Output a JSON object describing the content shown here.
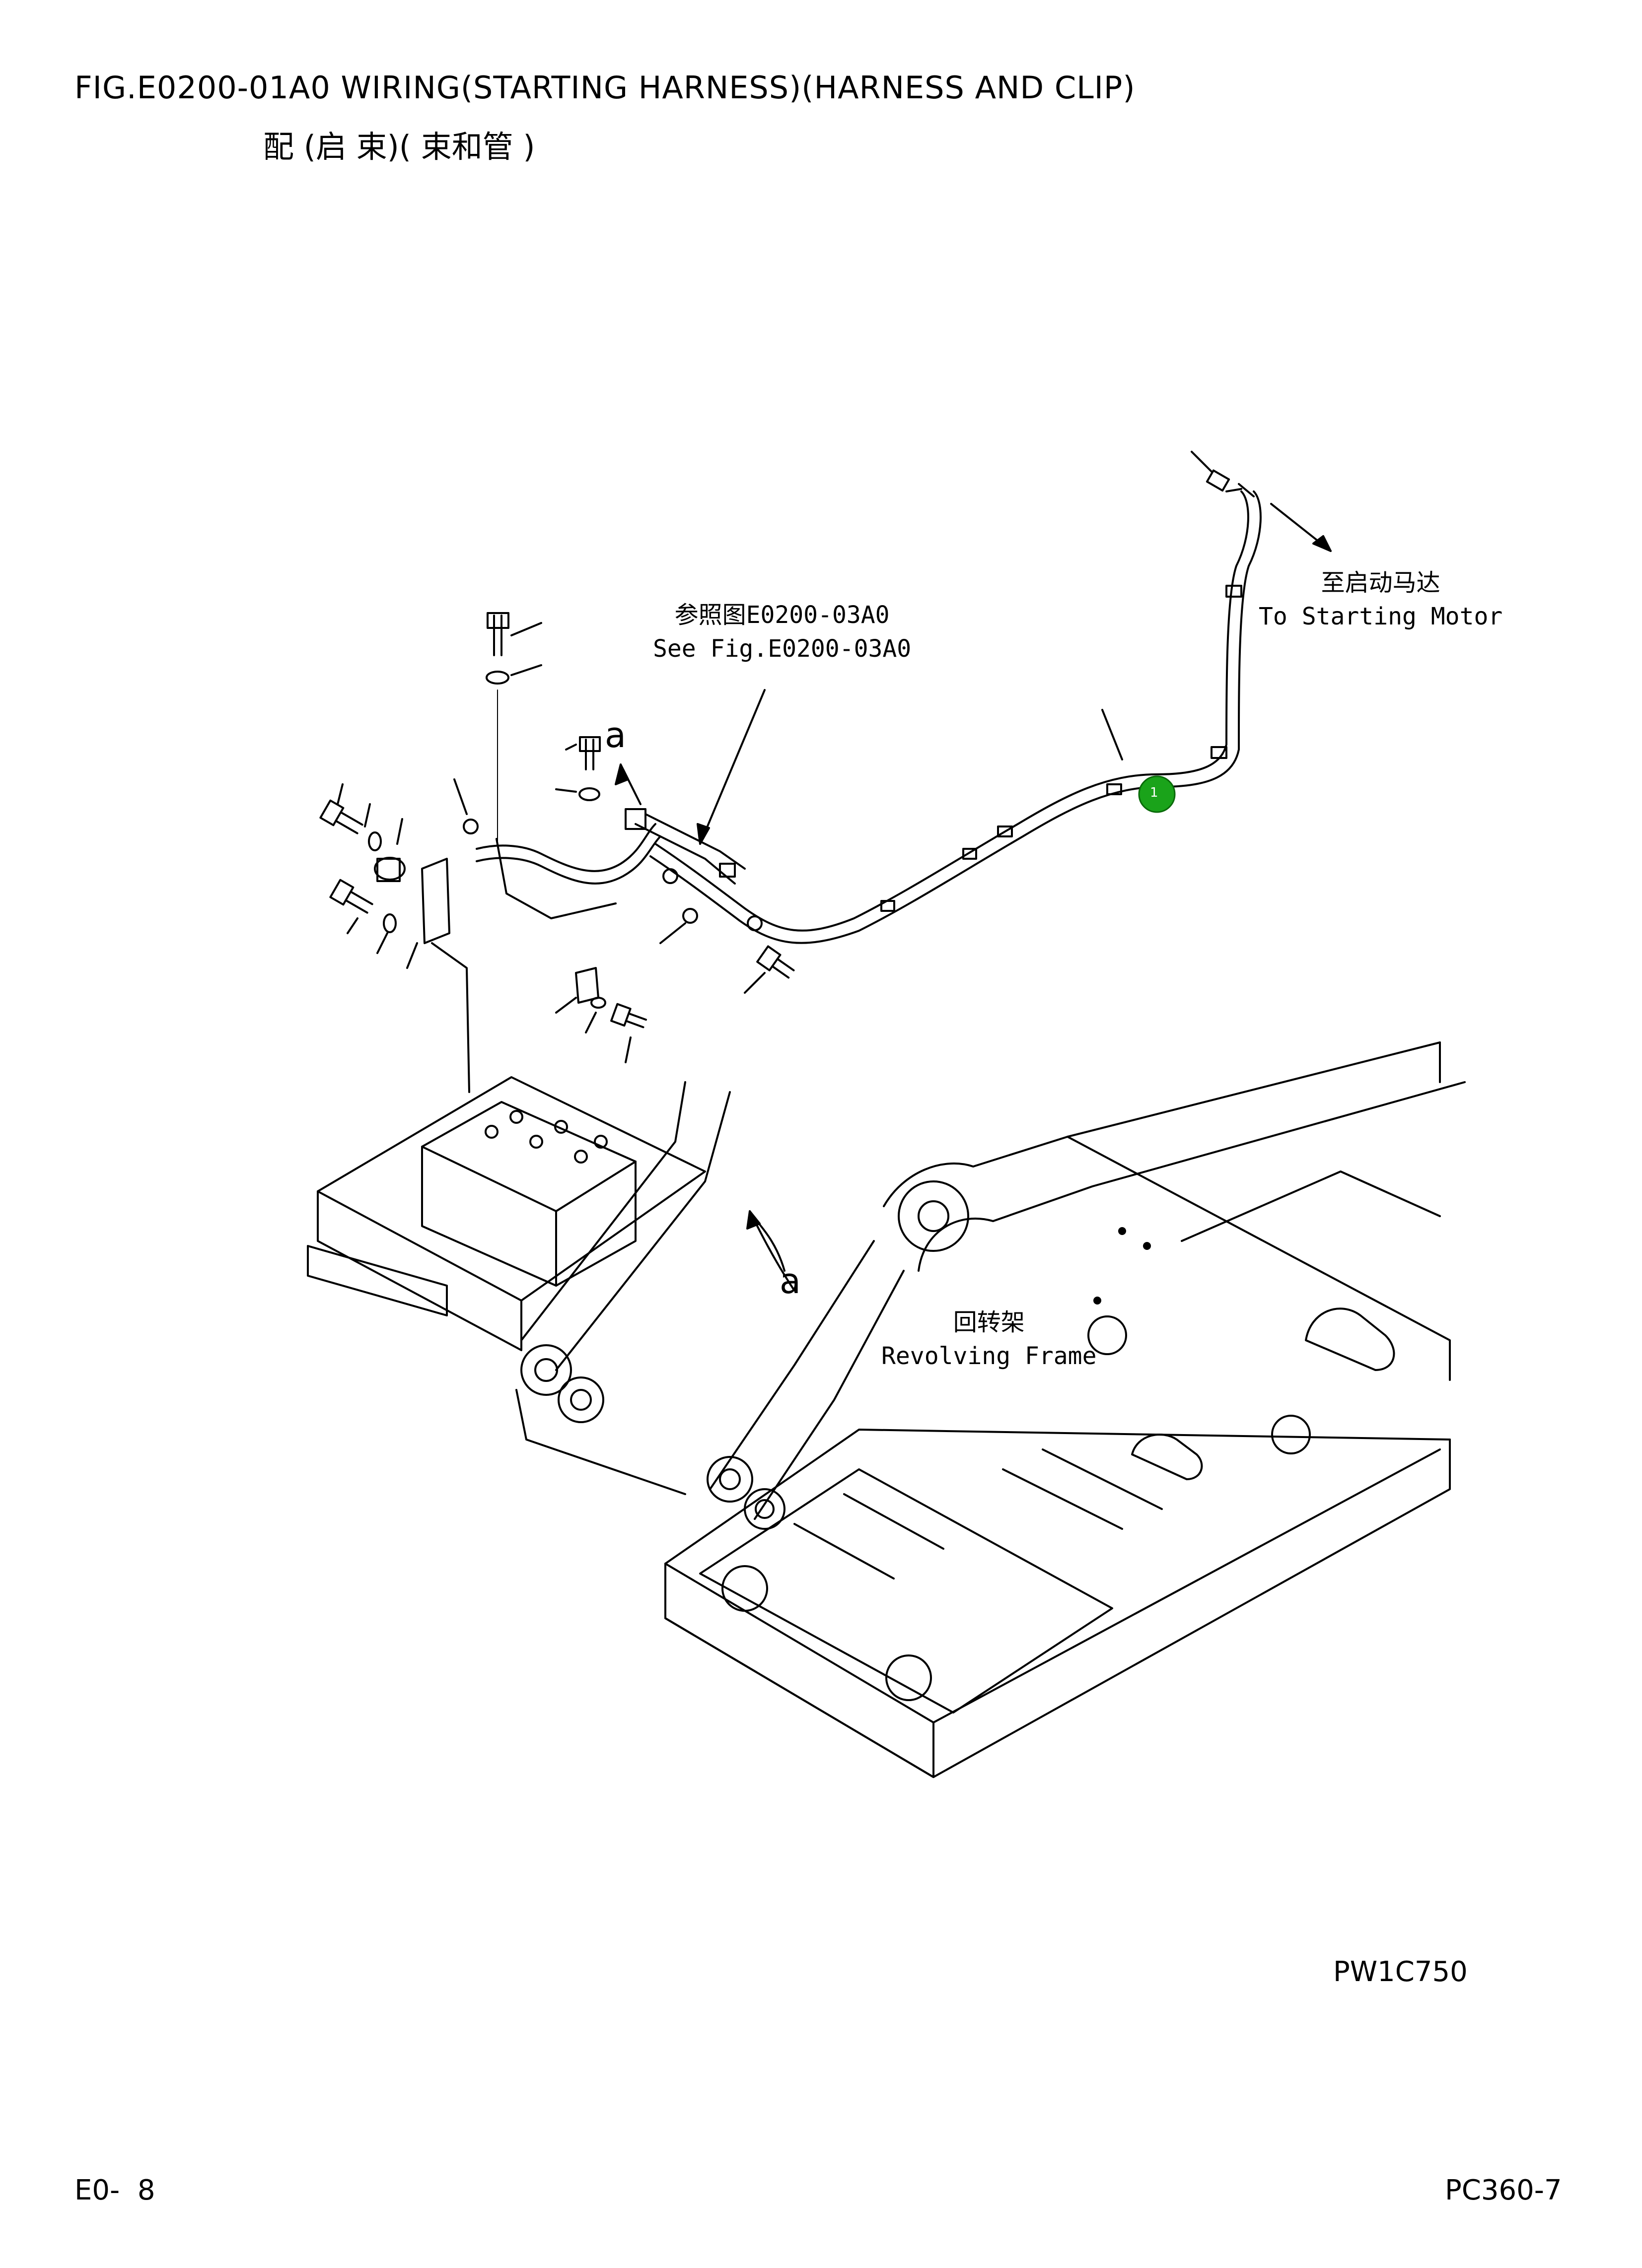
{
  "header": {
    "title_en": "FIG.E0200-01A0    WIRING(STARTING HARNESS)(HARNESS AND CLIP)",
    "title_cn": "配 (启    束)( 束和管  )"
  },
  "callouts": {
    "reference_cn": "参照图E0200-03A0",
    "reference_en": "See Fig.E0200-03A0",
    "motor_cn": "至启动马达",
    "motor_en": "To Starting Motor",
    "frame_cn": "回转架",
    "frame_en": "Revolving Frame",
    "detail_mark_top": "a",
    "detail_mark_bottom": "a"
  },
  "part_marker": {
    "label": "1",
    "color": "#1aa31a"
  },
  "footer": {
    "drawing_code": "PW1C750",
    "page": "E0-  8",
    "model": "PC360-7"
  }
}
